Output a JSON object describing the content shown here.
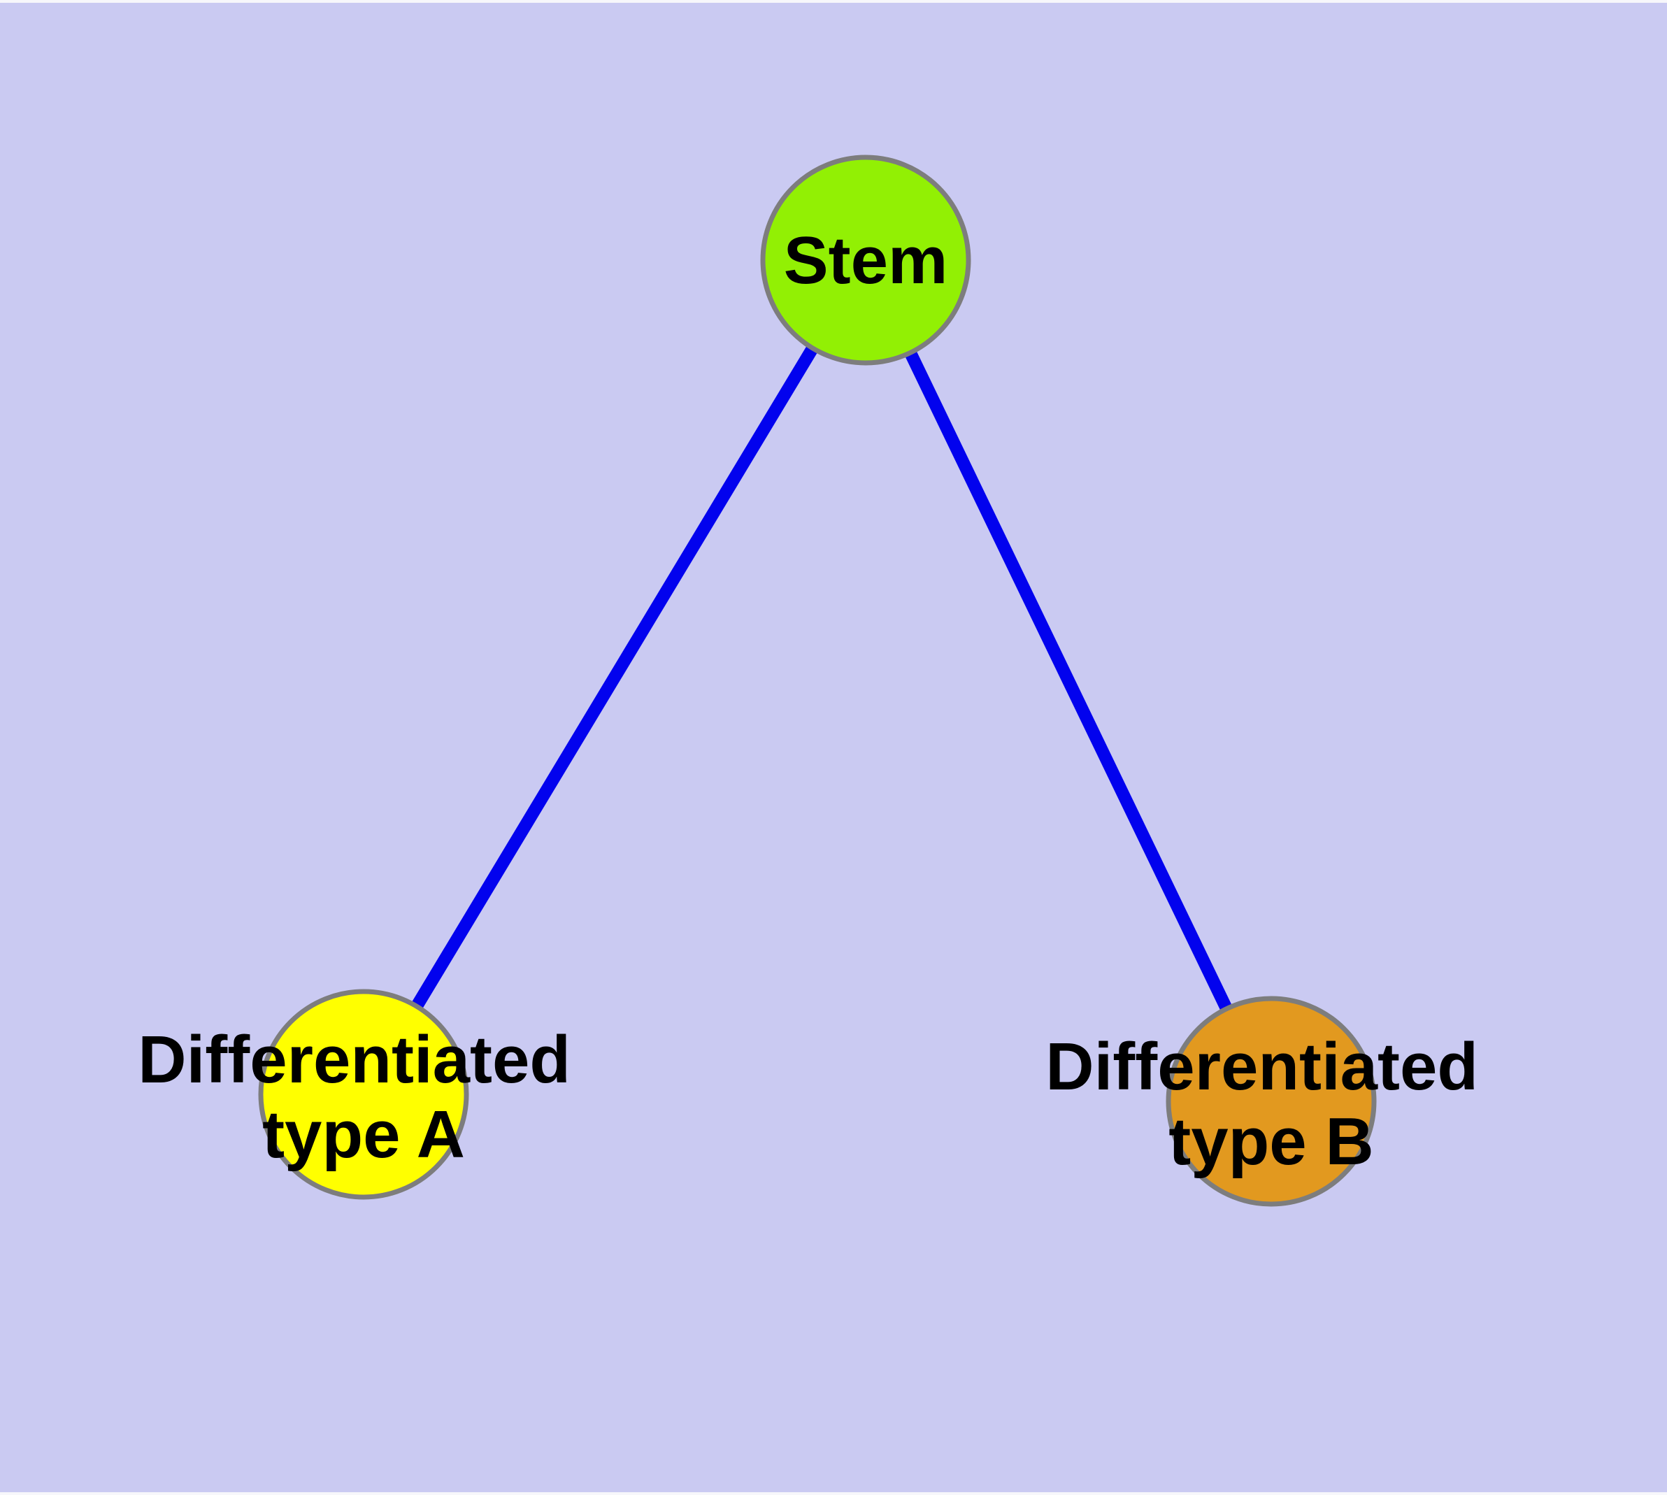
{
  "diagram": {
    "type": "node-link-graph",
    "background_color": "#cacaf2",
    "edge_color": "#0202ee",
    "node_border_color": "#7d7d7d",
    "text_color": "#000000",
    "nodes": {
      "stem": {
        "label": "Stem",
        "fill_color": "#92f004"
      },
      "type_a": {
        "label": "Differentiated type A",
        "label_line1": "Differentiated",
        "label_line2": "type A",
        "fill_color": "#ffff00"
      },
      "type_b": {
        "label": "Differentiated type B",
        "label_line1": "Differentiated",
        "label_line2": "type B",
        "fill_color": "#e2991f"
      }
    },
    "edges": [
      {
        "from": "Stem",
        "to": "Differentiated type A"
      },
      {
        "from": "Stem",
        "to": "Differentiated type B"
      }
    ]
  }
}
